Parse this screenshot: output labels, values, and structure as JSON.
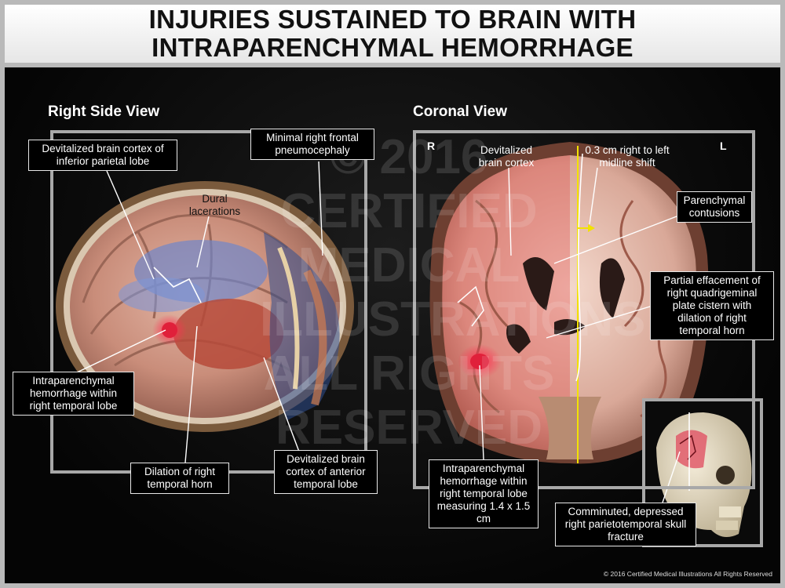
{
  "title": {
    "line1": "INJURIES SUSTAINED TO BRAIN WITH",
    "line2": "INTRAPARENCHYMAL HEMORRHAGE"
  },
  "views": {
    "side": "Right Side View",
    "coronal": "Coronal View"
  },
  "watermark": [
    "© 2016",
    "CERTIFIED",
    "MEDICAL",
    "ILLUSTRATIONS",
    "ALL RIGHTS",
    "RESERVED"
  ],
  "orientation": {
    "right": "R",
    "left": "L"
  },
  "labels": {
    "devitalized_parietal": "Devitalized brain cortex of inferior parietal lobe",
    "pneumocephaly": "Minimal right frontal pneumocephaly",
    "dural_lacerations": "Dural lacerations",
    "hemorrhage_side": "Intraparenchymal hemorrhage within right temporal lobe",
    "dilation_horn": "Dilation of right temporal horn",
    "devitalized_anterior": "Devitalized brain cortex of anterior temporal lobe",
    "devitalized_cortex": "Devitalized brain cortex",
    "midline_shift": "0.3 cm right to left midline shift",
    "parenchymal_contusions": "Parenchymal contusions",
    "partial_effacement": "Partial effacement of right quadrigeminal plate cistern with dilation of right temporal horn",
    "hemorrhage_coronal": "Intraparenchymal hemorrhage within right temporal lobe measuring 1.4 x 1.5 cm",
    "skull_fracture": "Comminuted, depressed right parietotemporal skull fracture"
  },
  "copyright": "© 2016 Certified Medical Illustrations All Rights Reserved",
  "colors": {
    "background": "#050505",
    "frame": "#b9b9b9",
    "panel_border": "#a8a8a8",
    "brain_tissue": "#c98d7a",
    "hemorrhage": "#d8203a",
    "midline": "#f2e200"
  }
}
